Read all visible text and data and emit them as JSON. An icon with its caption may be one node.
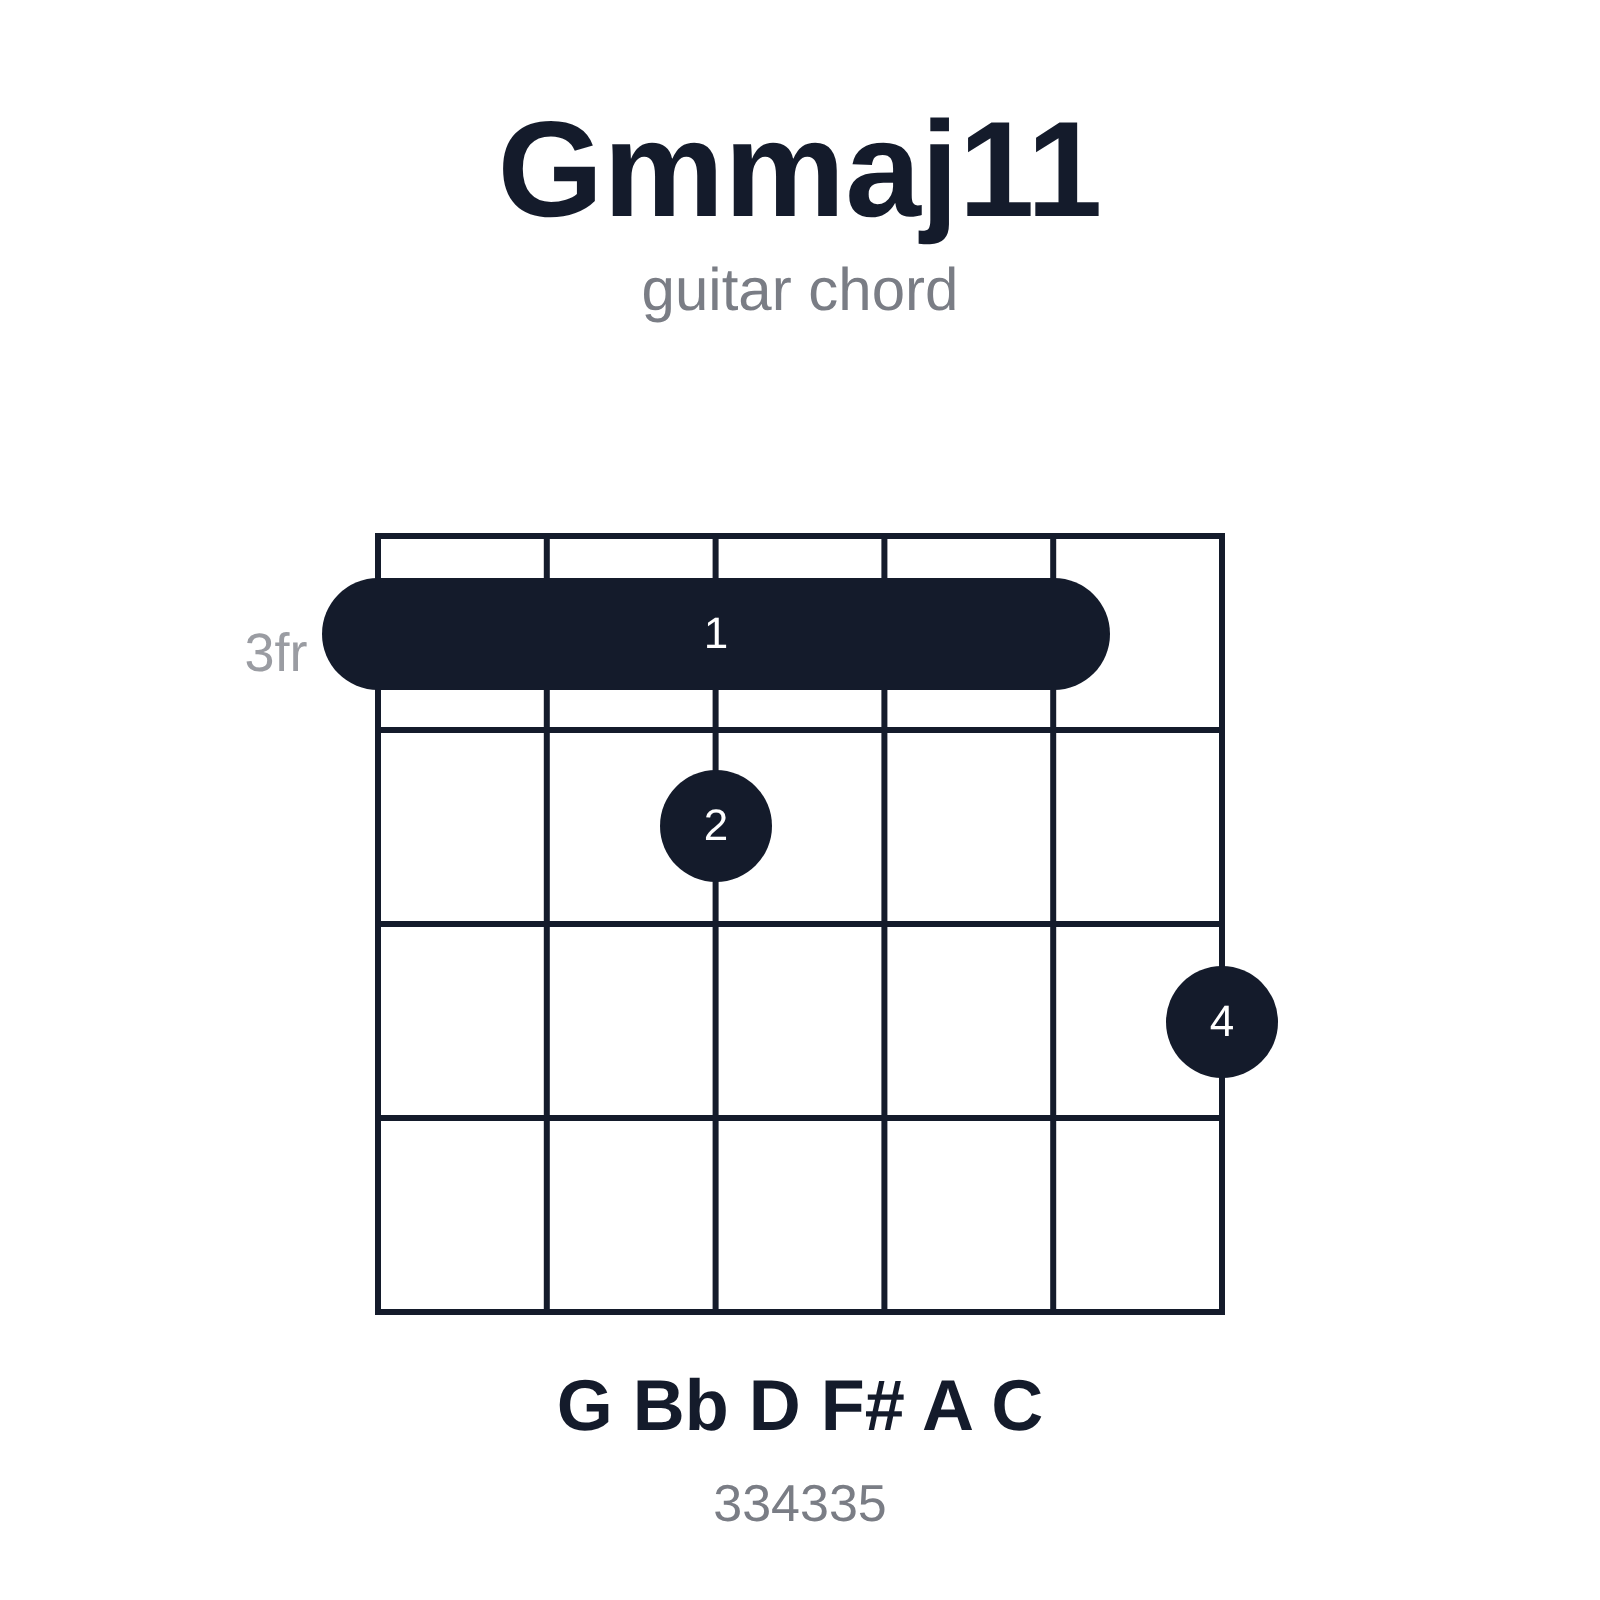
{
  "diagram": {
    "title": "Gmmaj11",
    "nodes": [
      {
        "text": [
          "1"
        ]
      },
      {
        "text": [
          "2"
        ]
      },
      {
        "text": [
          "4"
        ]
      }
    ],
    "labels": [
      "guitar chord",
      "3fr",
      "G Bb D F# A C",
      "334335"
    ]
  }
}
